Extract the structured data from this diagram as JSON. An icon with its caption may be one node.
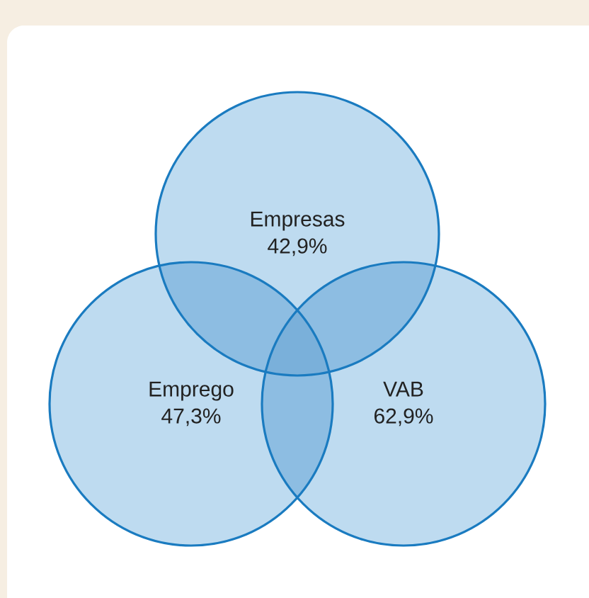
{
  "diagram": {
    "nodes": [
      {
        "text": [
          "Empresas",
          "42,9%"
        ]
      },
      {
        "text": [
          "Emprego",
          "47,3%"
        ]
      },
      {
        "text": [
          "VAB",
          "62,9%"
        ]
      }
    ]
  }
}
